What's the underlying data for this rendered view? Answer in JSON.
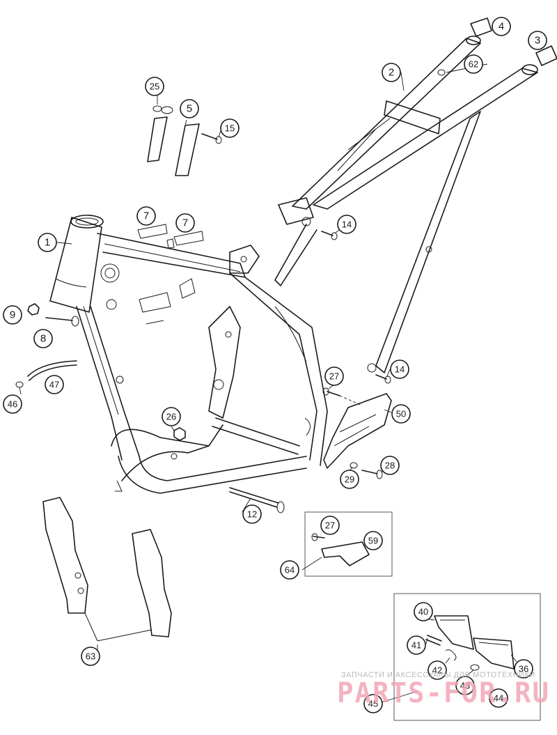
{
  "callouts": [
    {
      "label": "1"
    },
    {
      "label": "2"
    },
    {
      "label": "3"
    },
    {
      "label": "4"
    },
    {
      "label": "5"
    },
    {
      "label": "7"
    },
    {
      "label": "7"
    },
    {
      "label": "8"
    },
    {
      "label": "9"
    },
    {
      "label": "12"
    },
    {
      "label": "14"
    },
    {
      "label": "14"
    },
    {
      "label": "15"
    },
    {
      "label": "25"
    },
    {
      "label": "26"
    },
    {
      "label": "27"
    },
    {
      "label": "27"
    },
    {
      "label": "28"
    },
    {
      "label": "29"
    },
    {
      "label": "36"
    },
    {
      "label": "40"
    },
    {
      "label": "41"
    },
    {
      "label": "42"
    },
    {
      "label": "43"
    },
    {
      "label": "44"
    },
    {
      "label": "45"
    },
    {
      "label": "46"
    },
    {
      "label": "47"
    },
    {
      "label": "50"
    },
    {
      "label": "59"
    },
    {
      "label": "62"
    },
    {
      "label": "63"
    },
    {
      "label": "64"
    }
  ],
  "watermark": {
    "small": "ЗАПЧАСТИ И АКСЕССУАРЫ ДЛЯ МОТОТЕХНИКИ",
    "big": "PARTS-FOR.RU"
  }
}
